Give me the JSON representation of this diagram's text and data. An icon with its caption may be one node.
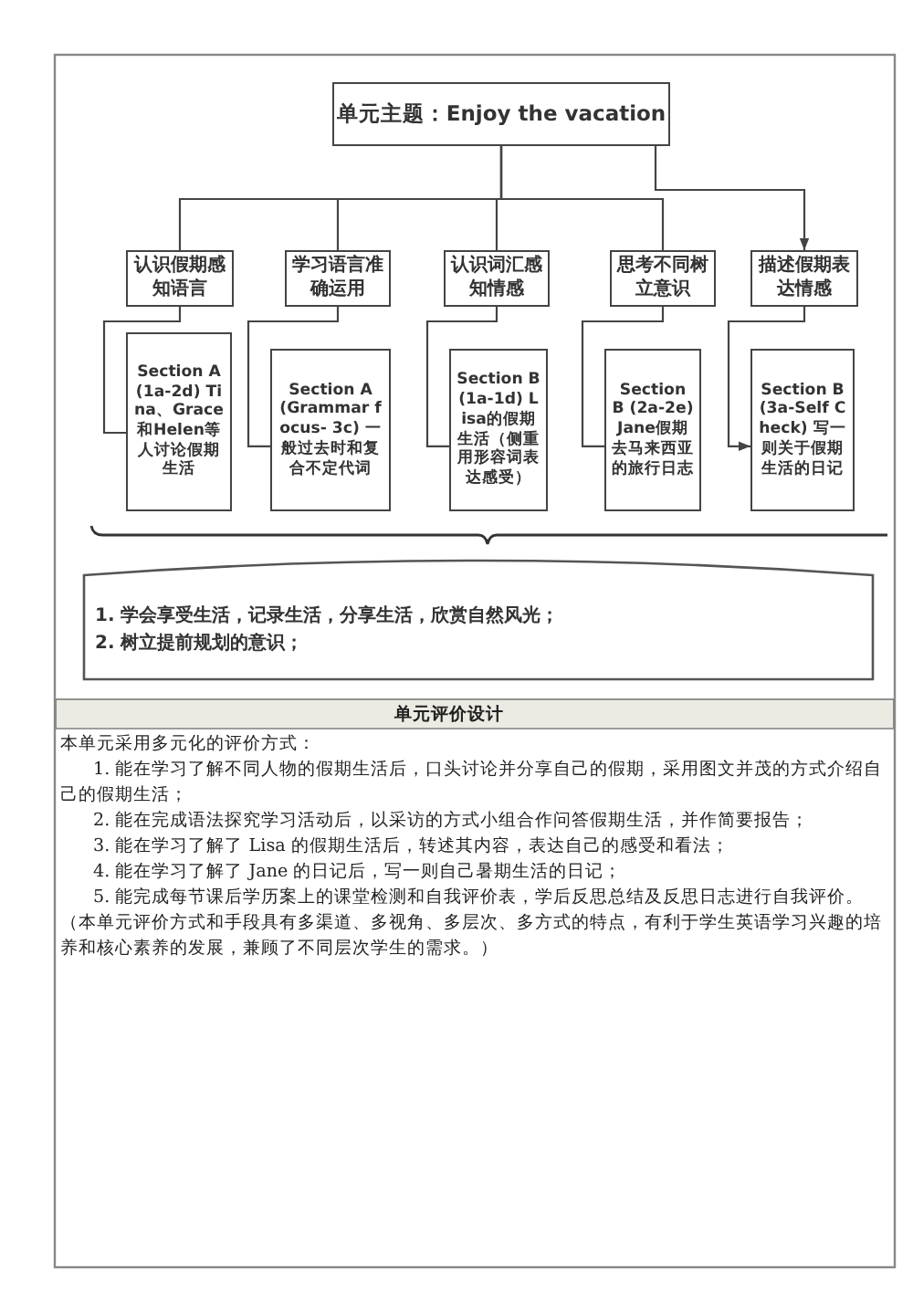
{
  "diagram": {
    "nodes": [
      {
        "text": [
          "单元主题：Enjoy the vacation"
        ]
      },
      {
        "text": [
          "认识假期感知语言"
        ]
      },
      {
        "text": [
          "学习语言准确运用"
        ]
      },
      {
        "text": [
          "认识词汇感知情感"
        ]
      },
      {
        "text": [
          "思考不同树立意识"
        ]
      },
      {
        "text": [
          "描述假期表达情感"
        ]
      },
      {
        "text": [
          "Section A (1a-2d) Tina、Grace和Helen等人讨论假期生活"
        ]
      },
      {
        "text": [
          "Section A (Grammar focus- 3c) 一般过去时和复合不定代词"
        ]
      },
      {
        "text": [
          "Section B (1a-1d) Lisa的假期生活（侧重用形容词表达感受）"
        ]
      },
      {
        "text": [
          "Section B (2a-2e) Jane假期去马来西亚的旅行日志"
        ]
      },
      {
        "text": [
          "Section B (3a-Self Check) 写一则关于假期生活的日记"
        ]
      },
      {
        "text": [
          "1. 学会享受生活，记录生活，分享生活，欣赏自然风光；",
          "2. 树立提前规划的意识；"
        ]
      }
    ],
    "edges": [
      {
        "from": 0,
        "to": 1,
        "arrow": "none"
      },
      {
        "from": 0,
        "to": 2,
        "arrow": "none"
      },
      {
        "from": 0,
        "to": 3,
        "arrow": "none"
      },
      {
        "from": 0,
        "to": 4,
        "arrow": "none"
      },
      {
        "from": 0,
        "to": 5,
        "arrow": "to"
      },
      {
        "from": 1,
        "to": 6,
        "arrow": "none"
      },
      {
        "from": 2,
        "to": 7,
        "arrow": "none"
      },
      {
        "from": 3,
        "to": 8,
        "arrow": "none"
      },
      {
        "from": 4,
        "to": 9,
        "arrow": "none"
      },
      {
        "from": 5,
        "to": 10,
        "arrow": "to"
      }
    ],
    "labels": [
      "单元评价设计",
      "本单元采用多元化的评价方式：",
      "1. 能在学习了解不同人物的假期生活后，口头讨论并分享自己的假期，采用图文并茂的方式介绍自己的假期生活；",
      "2. 能在完成语法探究学习活动后，以采访的方式小组合作问答假期生活，并作简要报告；",
      "3. 能在学习了解了 Lisa 的假期生活后，转述其内容，表达自己的感受和看法；",
      "4. 能在学习了解了 Jane 的日记后，写一则自己暑期生活的日记；",
      "5. 能完成每节课后学历案上的课堂检测和自我评价表，学后反思总结及反思日志进行自我评价。",
      "（本单元评价方式和手段具有多渠道、多视角、多层次、多方式的特点，有利于学生英语学习兴趣的培养和核心素养的发展，兼顾了不同层次学生的需求。）"
    ]
  }
}
